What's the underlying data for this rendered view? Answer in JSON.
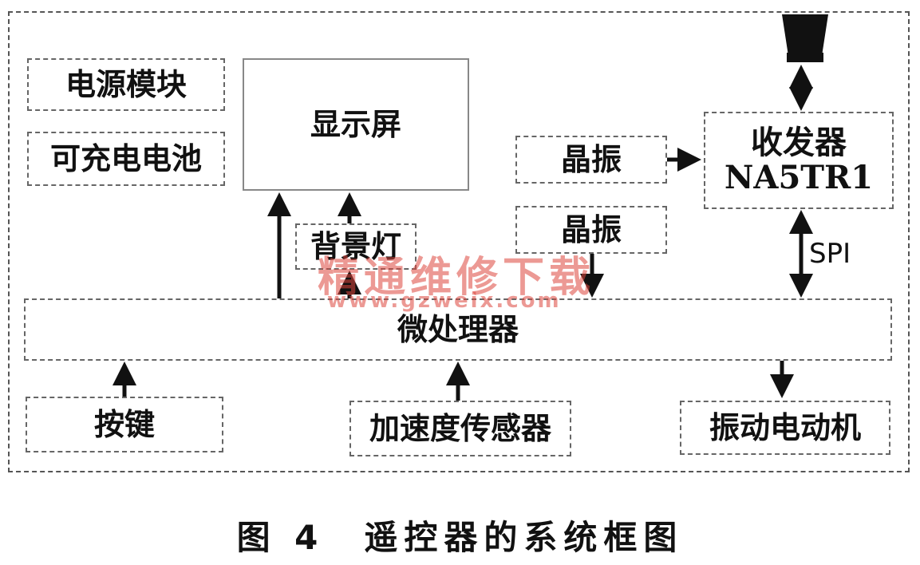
{
  "blocks": {
    "power_module": "电源模块",
    "battery": "可充电电池",
    "display": "显示屏",
    "backlight": "背景灯",
    "crystal_1": "晶振",
    "crystal_2": "晶振",
    "transceiver_line1": "收发器",
    "transceiver_line2": "NA5TR1",
    "microprocessor": "微处理器",
    "keys": "按键",
    "accelerometer": "加速度传感器",
    "vibration_motor": "振动电动机"
  },
  "labels": {
    "spi": "SPI"
  },
  "watermark": {
    "text": "精通维修下载",
    "url": "www.gzweix.com"
  },
  "caption": "图 4　遥控器的系统框图"
}
